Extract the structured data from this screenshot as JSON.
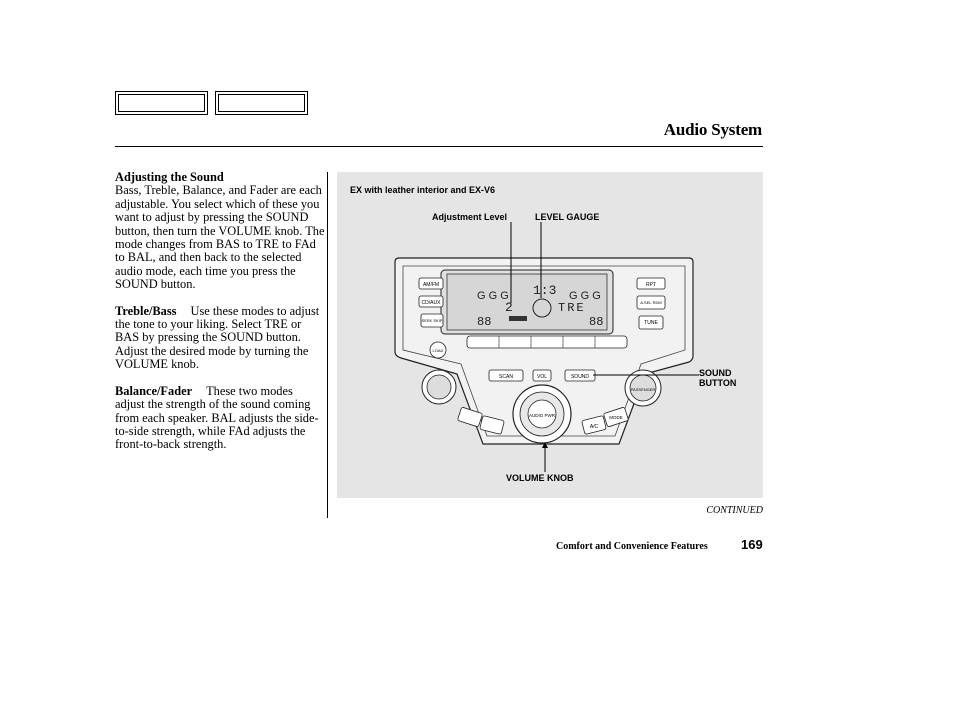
{
  "header": {
    "title": "Audio System"
  },
  "body": {
    "heading": "Adjusting the Sound",
    "intro": "Bass, Treble, Balance, and Fader are each adjustable. You select which of these you want to adjust by pressing the SOUND button, then turn the VOLUME knob. The mode changes from BAS to TRE to FAd to BAL, and then back to the selected audio mode, each time you press the SOUND button.",
    "treble_term": "Treble/Bass",
    "treble_text": "Use these modes to adjust the tone to your liking. Select TRE or BAS by pressing the SOUND button. Adjust the desired mode by turning the VOLUME knob.",
    "balance_term": "Balance/Fader",
    "balance_text": "These two modes adjust the strength of the sound coming from each speaker. BAL adjusts the side-to-side strength, while FAd adjusts the front-to-back strength."
  },
  "figure": {
    "caption": "EX with leather interior and EX-V6",
    "callouts": {
      "adjustment_level": "Adjustment Level",
      "level_gauge": "LEVEL GAUGE",
      "sound_button_line1": "SOUND",
      "sound_button_line2": "BUTTON",
      "volume_knob": "VOLUME KNOB"
    },
    "display": {
      "level": "2",
      "mode": "TRE"
    },
    "panel_buttons": {
      "am_fm": "AM/FM",
      "cd_aux": "CD/AUX",
      "seek_skip": "SEEK SKIP",
      "load": "LOAD",
      "rpt": "RPT",
      "a_sel_rdm": "A.SEL RDM",
      "tune": "TUNE",
      "scan": "SCAN",
      "vol": "VOL",
      "sound": "SOUND",
      "audio_pwr": "AUDIO PWR",
      "passenger": "PASSENGER",
      "ac": "A/C",
      "mode": "MODE"
    }
  },
  "footer": {
    "continued": "CONTINUED",
    "section": "Comfort and Convenience Features",
    "page_number": "169"
  }
}
